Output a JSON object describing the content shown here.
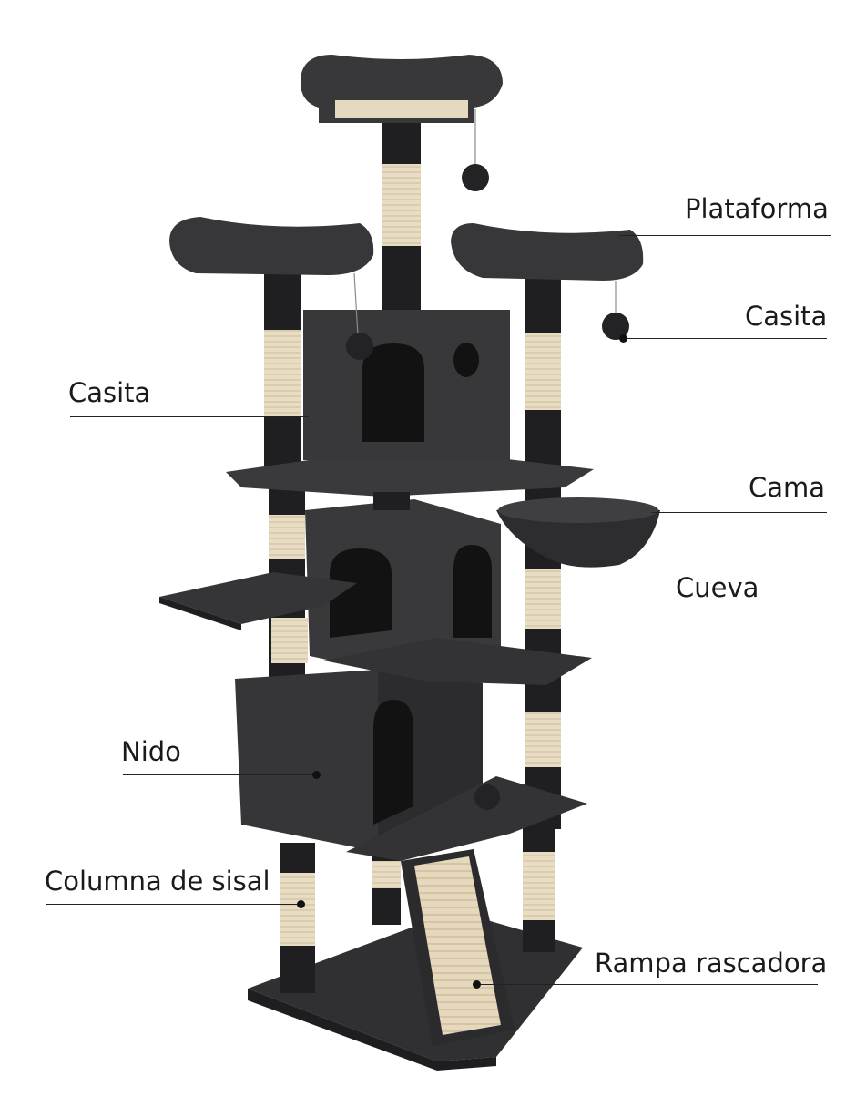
{
  "image": {
    "subject": "cat-tree",
    "background": "#ffffff",
    "plush_color": "#3b3b3e",
    "plush_shadow": "#232325",
    "sisal_color": "#e6d9bf",
    "dark_band_color": "#1d1d1f"
  },
  "labels": {
    "plataforma": "Plataforma",
    "casita_right": "Casita",
    "casita_left": "Casita",
    "cama": "Cama",
    "cueva": "Cueva",
    "nido": "Nido",
    "columna": "Columna de sisal",
    "rampa": "Rampa rascadora"
  }
}
